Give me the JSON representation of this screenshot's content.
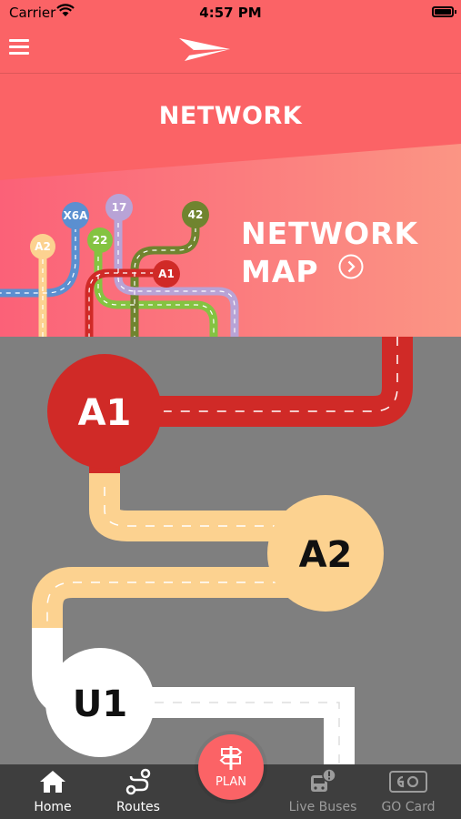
{
  "status": {
    "carrier": "Carrier",
    "time": "4:57 PM"
  },
  "header": {
    "menu_icon": "hamburger-menu-icon",
    "logo_icon": "paper-plane-logo-icon"
  },
  "page": {
    "title": "NETWORK"
  },
  "map_card": {
    "line1": "NETWORK",
    "line2": "MAP",
    "arrow_icon": "chevron-right-circle-icon"
  },
  "map_badges": [
    "A2",
    "X6A",
    "22",
    "17",
    "A1",
    "42"
  ],
  "routes": [
    {
      "label": "A1",
      "color": "#d02a27"
    },
    {
      "label": "A2",
      "color": "#fcd290"
    },
    {
      "label": "U1",
      "color": "#ffffff"
    }
  ],
  "tabs": [
    {
      "label": "Home",
      "icon": "home-icon",
      "enabled": true
    },
    {
      "label": "Routes",
      "icon": "route-icon",
      "enabled": true
    },
    {
      "label": "PLAN",
      "icon": "signpost-icon",
      "enabled": true
    },
    {
      "label": "Live Buses",
      "icon": "bus-alert-icon",
      "enabled": false
    },
    {
      "label": "GO Card",
      "icon": "go-card-icon",
      "enabled": false
    }
  ],
  "colors": {
    "brand": "#fb6366",
    "tab_bar": "#3e3e3e",
    "background": "#7f7f7f"
  }
}
